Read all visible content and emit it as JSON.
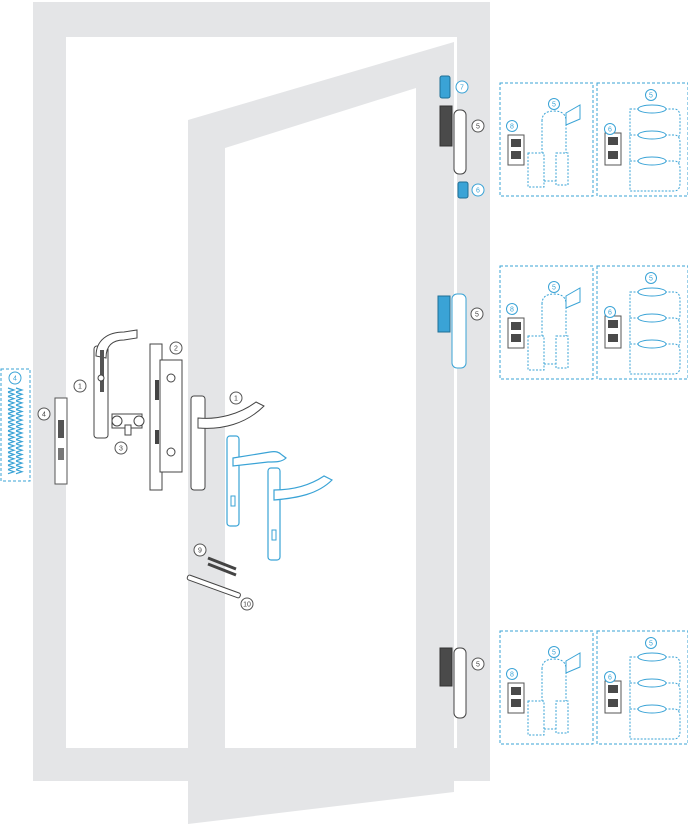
{
  "colors": {
    "frame": "#e4e5e7",
    "line": "#555555",
    "part_fill": "#ffffff",
    "part_dark": "#4a4a4a",
    "accent": "#3aa3d6",
    "callout_text": "#444444"
  },
  "callouts": {
    "c1_left": "1",
    "c1_right": "1",
    "c2": "2",
    "c3": "3",
    "c4_strip": "4",
    "c4_keeper": "4",
    "c5_top": "5",
    "c5_mid": "5",
    "c5_bot": "5",
    "c6_top": "6",
    "c7": "7",
    "c9": "9",
    "c10": "10",
    "panel_top_a_5": "5",
    "panel_top_a_8": "8",
    "panel_top_b_5": "5",
    "panel_top_b_6": "6",
    "panel_mid_a_5": "5",
    "panel_mid_a_8": "8",
    "panel_mid_b_5": "5",
    "panel_mid_b_6": "6",
    "panel_bot_a_5": "5",
    "panel_bot_a_8": "8",
    "panel_bot_b_5": "5",
    "panel_bot_b_6": "6"
  },
  "icons": {
    "door_frame": "door-frame-outline",
    "door_leaf": "open-door-leaf",
    "lever_handle": "lever-handle-icon",
    "mortise_lock": "mortise-lock-icon",
    "cylinder": "euro-cylinder-icon",
    "strike_plate": "strike-plate-icon",
    "hinge": "door-hinge-icon",
    "screws": "screws-icon",
    "rod": "rod-icon"
  }
}
